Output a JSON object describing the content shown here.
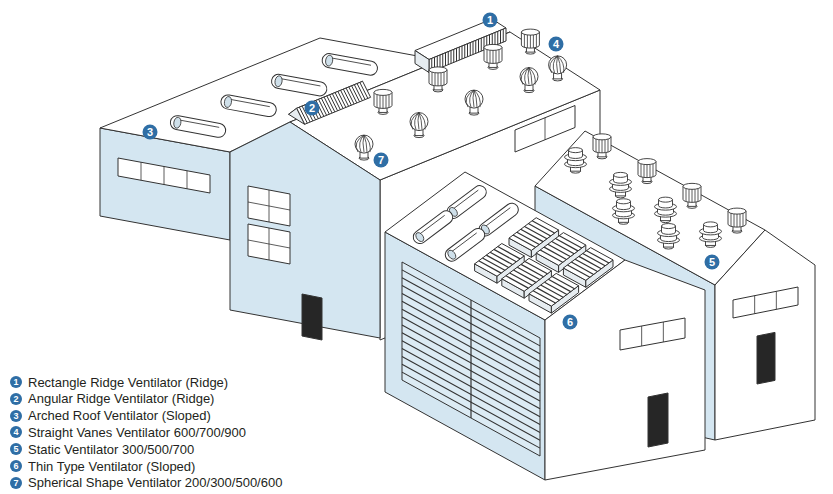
{
  "diagram": {
    "nodes": [
      {
        "text": [
          "1"
        ]
      },
      {
        "text": [
          "4"
        ]
      },
      {
        "text": [
          "2"
        ]
      },
      {
        "text": [
          "3"
        ]
      },
      {
        "text": [
          "7"
        ]
      },
      {
        "text": [
          "5"
        ]
      },
      {
        "text": [
          "6"
        ]
      }
    ],
    "labels": [
      "1",
      "2",
      "3",
      "4",
      "5",
      "6",
      "7"
    ],
    "legend": [
      {
        "text": "Rectangle Ridge Ventilator (Ridge)"
      },
      {
        "text": "Angular Ridge Ventilator (Ridge)"
      },
      {
        "text": "Arched Roof Ventilator (Sloped)"
      },
      {
        "text": "Straight Vanes Ventilator 600/700/900"
      },
      {
        "text": "Static Ventilator 300/500/700"
      },
      {
        "text": "Thin Type Ventilator (Sloped)"
      },
      {
        "text": "Spherical Shape Ventilator 200/300/500/600"
      }
    ]
  }
}
